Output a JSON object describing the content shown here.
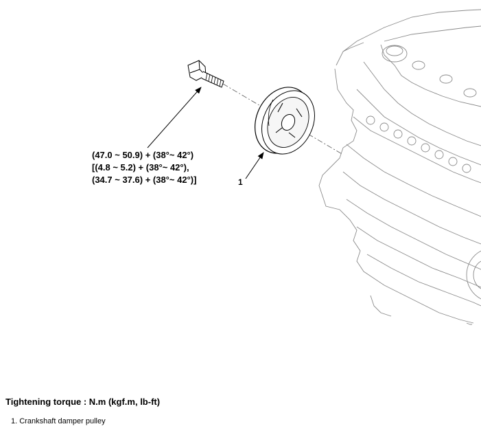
{
  "diagram": {
    "torque_lines": [
      "(47.0 ~ 50.9) + (38°~ 42°)",
      "[(4.8 ~ 5.2) + (38°~ 42°),",
      "(34.7 ~ 37.6) + (38°~ 42°)]"
    ],
    "callout_number": "1"
  },
  "footer": {
    "heading": "Tightening torque : N.m (kgf.m, lb-ft)",
    "legend_item": "1. Crankshaft damper pulley"
  }
}
